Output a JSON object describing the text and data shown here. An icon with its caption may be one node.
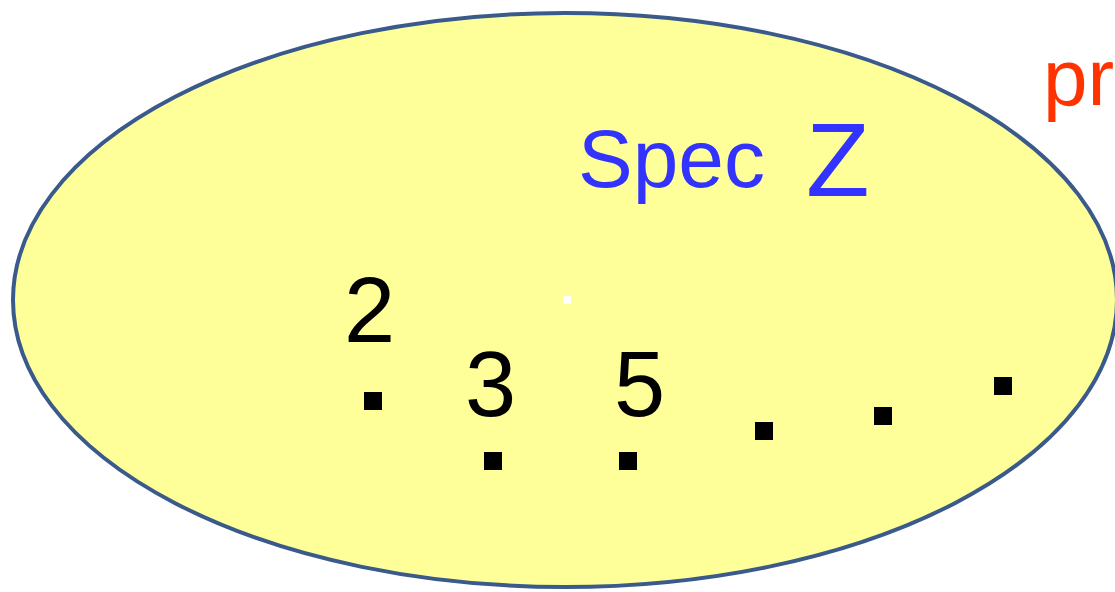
{
  "diagram": {
    "nodes": [
      {
        "text": [
          "Spec",
          "Z"
        ]
      }
    ],
    "labels": [
      "pr",
      "2",
      "3",
      "5"
    ]
  }
}
